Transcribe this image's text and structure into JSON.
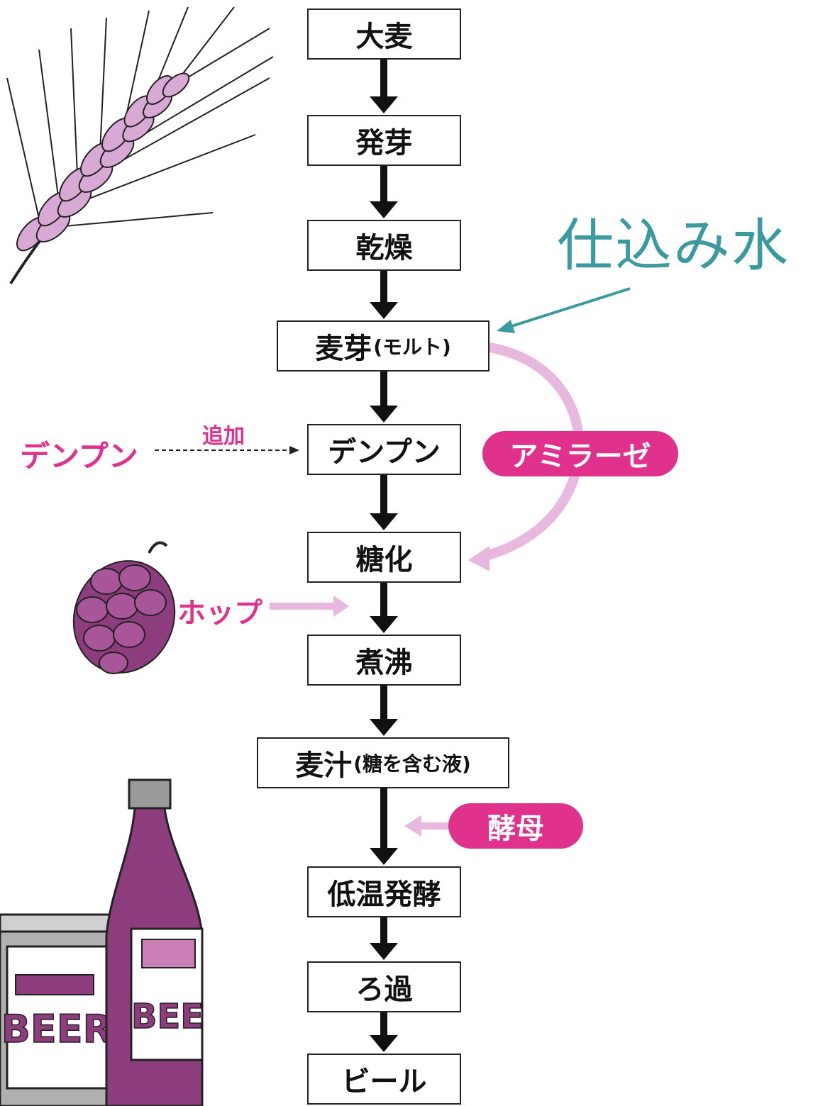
{
  "steps": [
    {
      "main": "大麦",
      "sub": ""
    },
    {
      "main": "発芽",
      "sub": ""
    },
    {
      "main": "乾燥",
      "sub": ""
    },
    {
      "main": "麦芽",
      "sub": "(モルト)"
    },
    {
      "main": "デンプン",
      "sub": ""
    },
    {
      "main": "糖化",
      "sub": ""
    },
    {
      "main": "煮沸",
      "sub": ""
    },
    {
      "main": "麦汁",
      "sub": "(糖を含む液)"
    },
    {
      "main": "低温発酵",
      "sub": ""
    },
    {
      "main": "ろ過",
      "sub": ""
    },
    {
      "main": "ビール",
      "sub": ""
    }
  ],
  "inputs": {
    "starch_label": "デンプン",
    "starch_action": "追加",
    "hop_label": "ホップ",
    "amylase_label": "アミラーゼ",
    "yeast_label": "酵母",
    "water_label": "仕込み水"
  },
  "bottle_labels": {
    "can_text": "BEER",
    "bottle_text": "BEE"
  },
  "colors": {
    "accent_pink": "#e0328c",
    "light_pink": "#e9b8de",
    "illustration_fill": "#d9a9d6",
    "bottle_fill": "#8d3d7d",
    "teal": "#3b9aa0",
    "box_border": "#222222"
  },
  "icons": [
    "barley-icon",
    "hop-icon",
    "beer-can-icon",
    "beer-bottle-icon"
  ]
}
